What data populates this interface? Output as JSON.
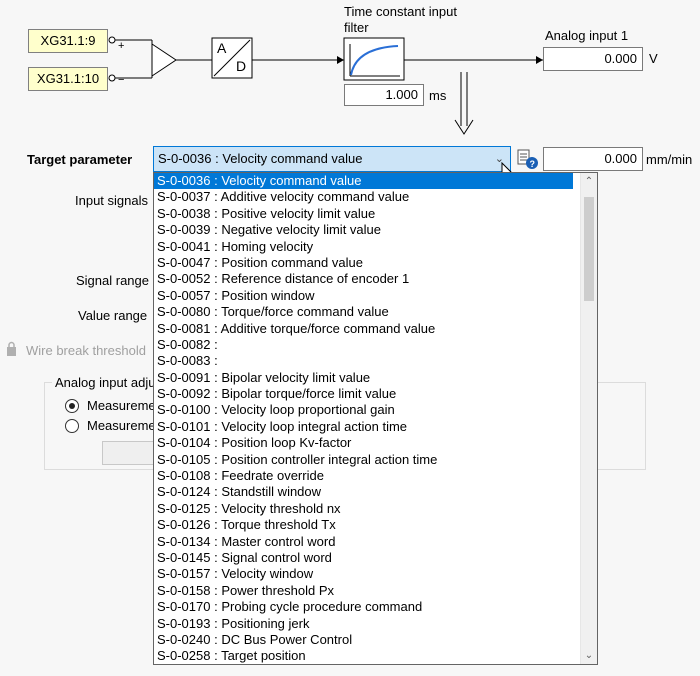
{
  "diagram": {
    "inputs": [
      "XG31.1:9",
      "XG31.1:10"
    ],
    "plus_sign": "+",
    "minus_sign": "−",
    "adc_a": "A",
    "adc_d": "D",
    "filter_title": "Time constant input filter",
    "filter_value": "1.000",
    "filter_unit": "ms",
    "analog_title": "Analog input 1",
    "analog_value": "0.000",
    "analog_unit": "V"
  },
  "target": {
    "label": "Target parameter",
    "selected": "S-0-0036 : Velocity command value",
    "value": "0.000",
    "unit": "mm/min"
  },
  "left_labels": {
    "input_signals": "Input signals",
    "signal_range": "Signal range",
    "value_range": "Value range",
    "wire_break": "Wire break threshold"
  },
  "adjust": {
    "title": "Analog input adju",
    "radio1": "Measureme",
    "radio2": "Measureme"
  },
  "options": [
    "S-0-0036 : Velocity command value",
    "S-0-0037 : Additive velocity command value",
    "S-0-0038 : Positive velocity limit value",
    "S-0-0039 : Negative velocity limit value",
    "S-0-0041 : Homing velocity",
    "S-0-0047 : Position command value",
    "S-0-0052 : Reference distance of encoder 1",
    "S-0-0057 : Position window",
    "S-0-0080 : Torque/force command value",
    "S-0-0081 : Additive torque/force command value",
    "S-0-0082 :",
    "S-0-0083 :",
    "S-0-0091 : Bipolar velocity limit value",
    "S-0-0092 : Bipolar torque/force limit value",
    "S-0-0100 : Velocity loop proportional gain",
    "S-0-0101 : Velocity loop integral action time",
    "S-0-0104 : Position loop Kv-factor",
    "S-0-0105 : Position controller integral action time",
    "S-0-0108 : Feedrate override",
    "S-0-0124 : Standstill window",
    "S-0-0125 : Velocity threshold nx",
    "S-0-0126 : Torque threshold Tx",
    "S-0-0134 : Master control word",
    "S-0-0145 : Signal control word",
    "S-0-0157 : Velocity window",
    "S-0-0158 : Power threshold Px",
    "S-0-0170 : Probing cycle procedure command",
    "S-0-0193 : Positioning jerk",
    "S-0-0240 : DC Bus Power Control",
    "S-0-0258 : Target position"
  ]
}
